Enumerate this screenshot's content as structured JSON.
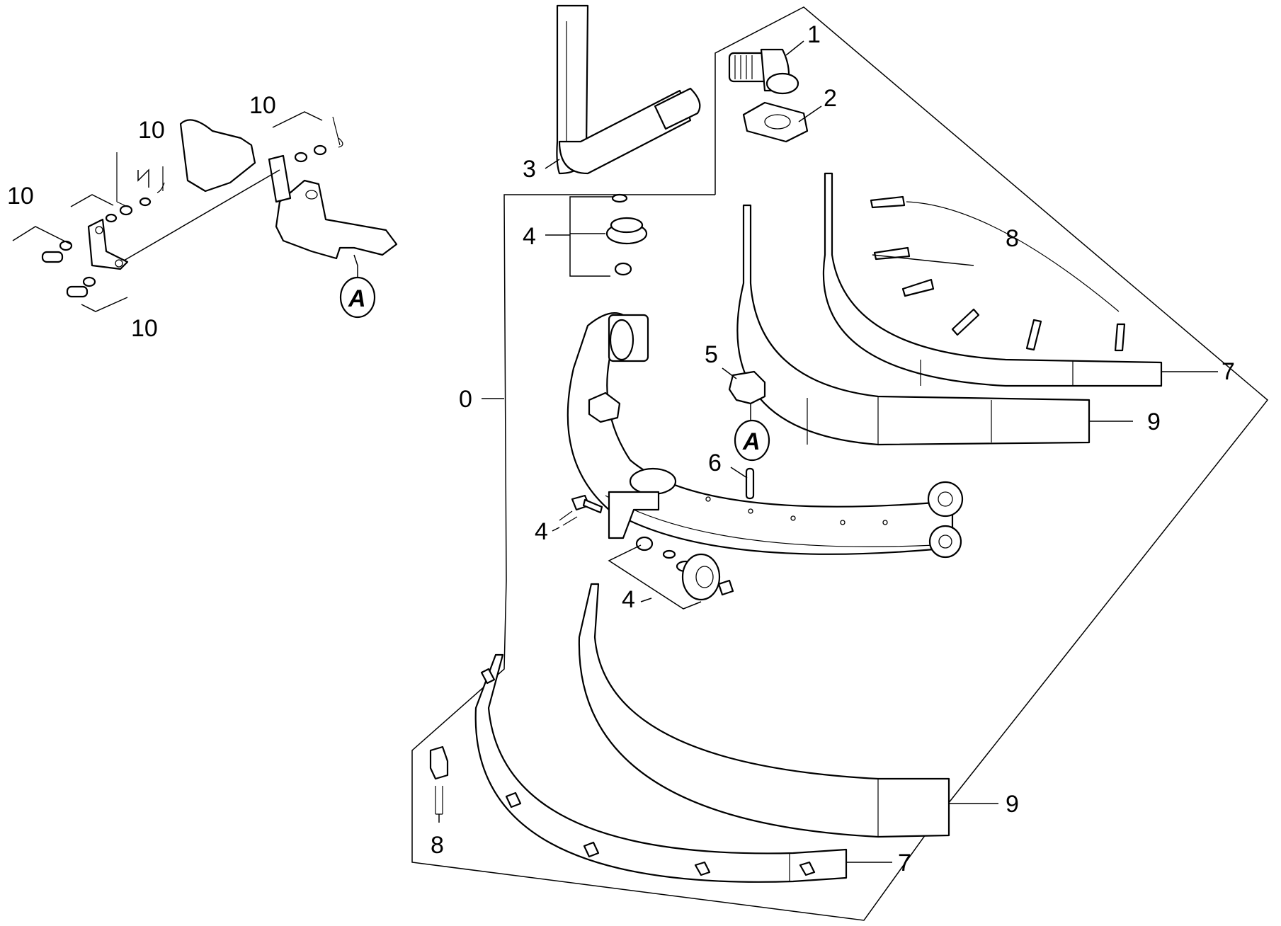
{
  "diagram": {
    "callouts": [
      {
        "id": "c1",
        "text": "1"
      },
      {
        "id": "c2",
        "text": "2"
      },
      {
        "id": "c3",
        "text": "3"
      },
      {
        "id": "c4a",
        "text": "4"
      },
      {
        "id": "c4b",
        "text": "4"
      },
      {
        "id": "c4c",
        "text": "4"
      },
      {
        "id": "c5",
        "text": "5"
      },
      {
        "id": "c6",
        "text": "6"
      },
      {
        "id": "c7a",
        "text": "7"
      },
      {
        "id": "c7b",
        "text": "7"
      },
      {
        "id": "c8a",
        "text": "8"
      },
      {
        "id": "c8b",
        "text": "8"
      },
      {
        "id": "c9a",
        "text": "9"
      },
      {
        "id": "c9b",
        "text": "9"
      },
      {
        "id": "c0",
        "text": "0"
      },
      {
        "id": "c10a",
        "text": "10"
      },
      {
        "id": "c10b",
        "text": "10"
      },
      {
        "id": "c10c",
        "text": "10"
      },
      {
        "id": "c10d",
        "text": "10"
      }
    ],
    "detail_markers": [
      {
        "id": "dA1",
        "text": "A"
      },
      {
        "id": "dA2",
        "text": "A"
      }
    ]
  }
}
